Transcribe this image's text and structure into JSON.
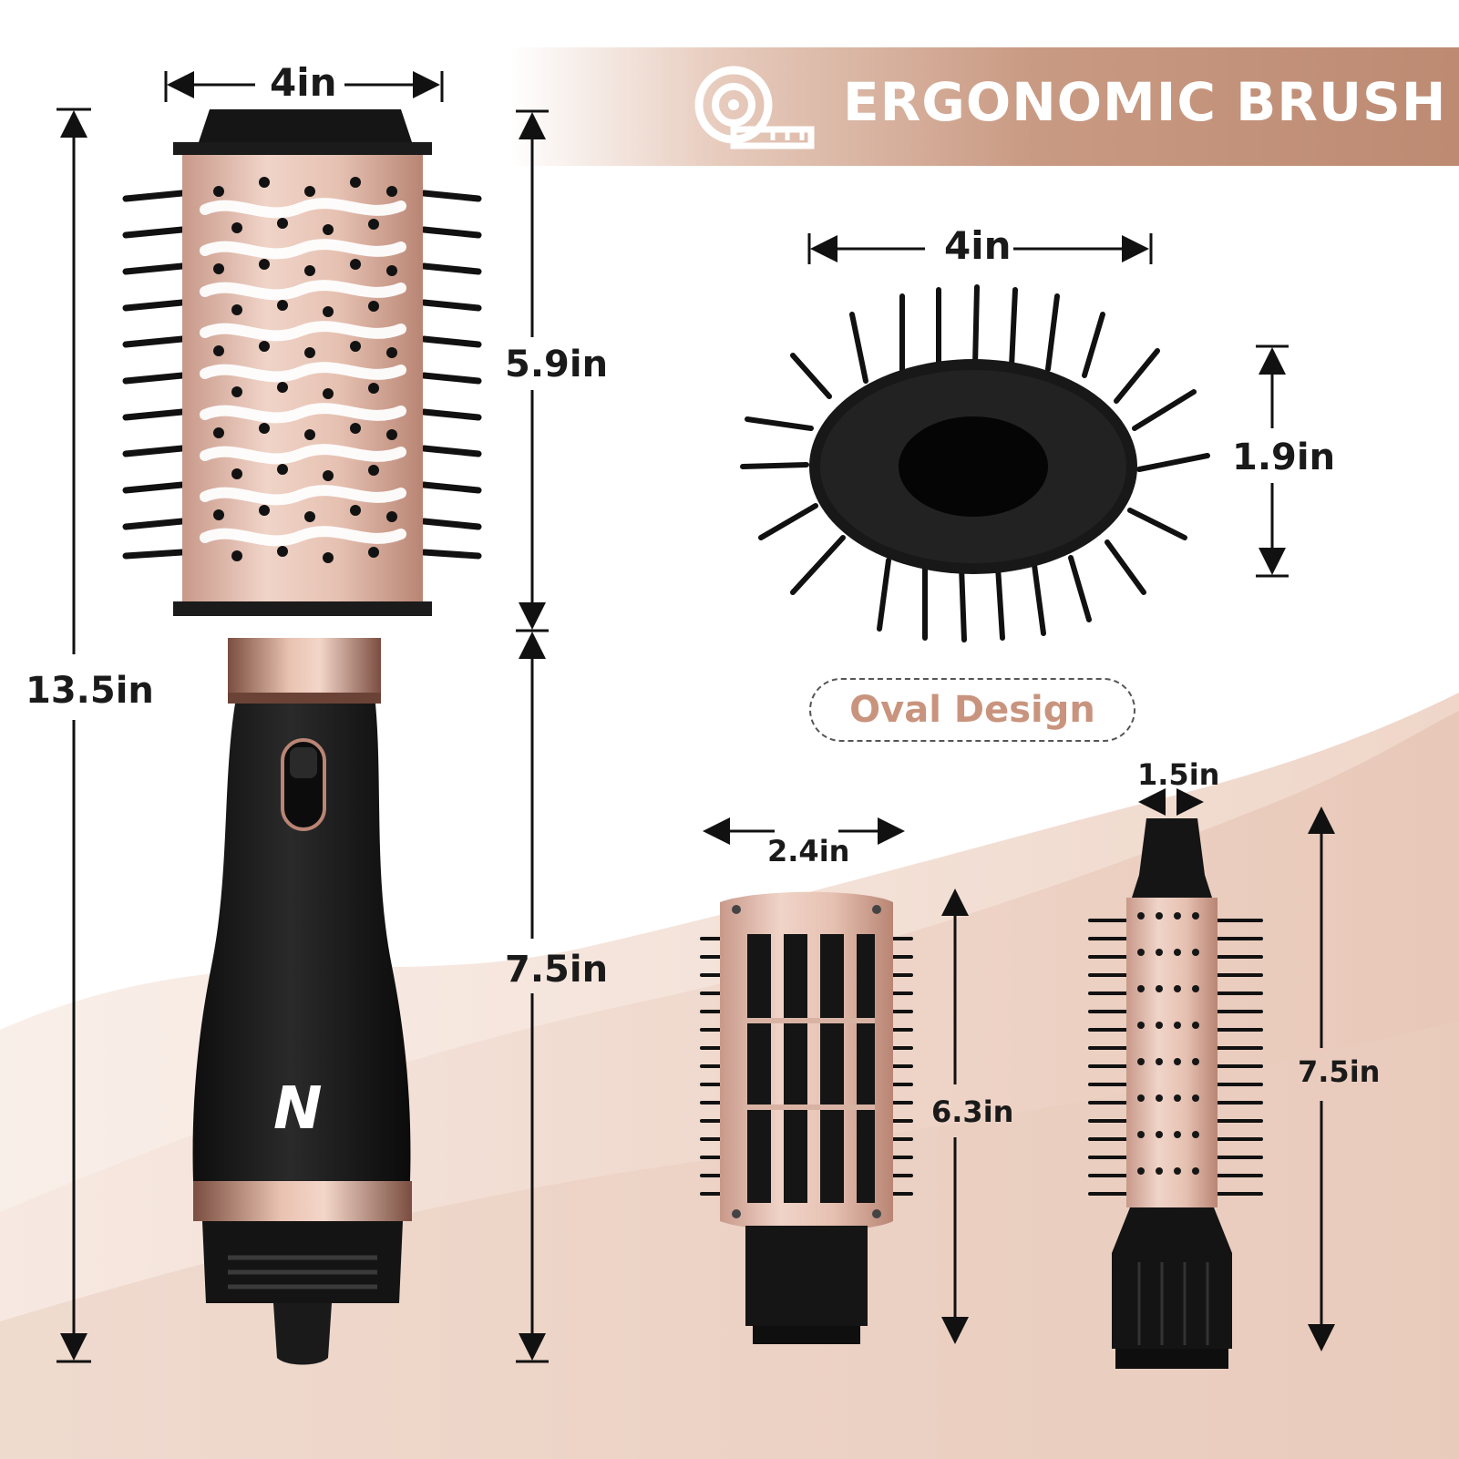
{
  "header": {
    "title": "ERGONOMIC BRUSH",
    "icon": "measuring-tape-icon"
  },
  "main_brush": {
    "width_label": "4in",
    "head_height_label": "5.9in",
    "total_height_label": "13.5in",
    "handle_height_label": "7.5in",
    "logo_letter": "N"
  },
  "oval_brush": {
    "width_label": "4in",
    "depth_label": "1.9in",
    "caption": "Oval Design"
  },
  "round_brush": {
    "width_label": "2.4in",
    "height_label": "6.3in"
  },
  "thin_brush": {
    "width_label": "1.5in",
    "height_label": "7.5in"
  },
  "colors": {
    "rose_gold": "#d9b2a3",
    "rose_gold_dark": "#b98574",
    "header_gradient_end": "#bd8a72",
    "background_wave": "#ecd2c4",
    "caption_text": "#c9947e",
    "body_black": "#1b1b1b"
  }
}
